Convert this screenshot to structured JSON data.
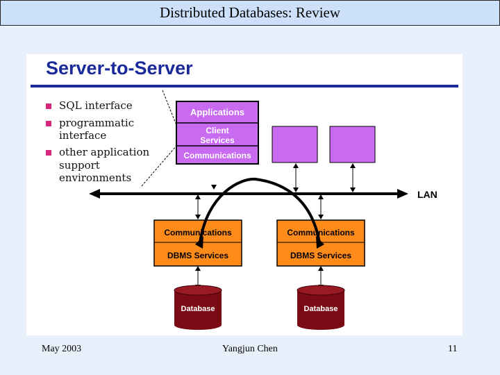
{
  "slide": {
    "header_title": "Distributed Databases: Review",
    "footer_date": "May 2003",
    "footer_author": "Yangjun Chen",
    "footer_page": "11"
  },
  "diagram": {
    "heading": "Server-to-Server",
    "bullets": [
      [
        "SQL interface"
      ],
      [
        "programmatic",
        "interface"
      ],
      [
        "other application",
        "support",
        "environments"
      ]
    ],
    "client_box": {
      "applications": "Applications",
      "client_services_line1": "Client",
      "client_services_line2": "Services",
      "communications": "Communications"
    },
    "lan_label": "LAN",
    "server_left": {
      "communications": "Communications",
      "dbms": "DBMS Services",
      "database": "Database"
    },
    "server_right": {
      "communications": "Communications",
      "dbms": "DBMS Services",
      "database": "Database"
    },
    "colors": {
      "header_bg": "#cce0fa",
      "page_bg": "#e8f0fb",
      "heading_rule": "#1a2a9a",
      "client_box": "#c86bf0",
      "server_box": "#ff8c1a",
      "database": "#7a0a14",
      "bullet": "#d6287c"
    }
  }
}
